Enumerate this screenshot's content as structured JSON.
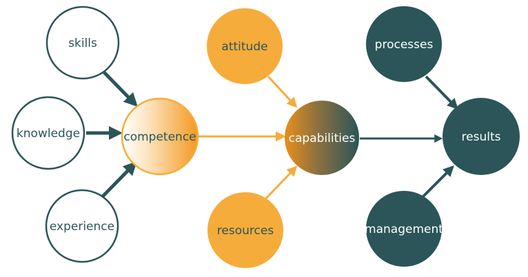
{
  "nodes": {
    "skills": "skills",
    "knowledge": "knowledge",
    "experience": "experience",
    "competence": "competence",
    "attitude": "attitude",
    "resources": "resources",
    "capabilities": "capabilities",
    "processes": "processes",
    "management": "management",
    "results": "results"
  },
  "colors": {
    "dark_teal": "#2b5558",
    "orange": "#f6ac3b",
    "white": "#ffffff"
  }
}
